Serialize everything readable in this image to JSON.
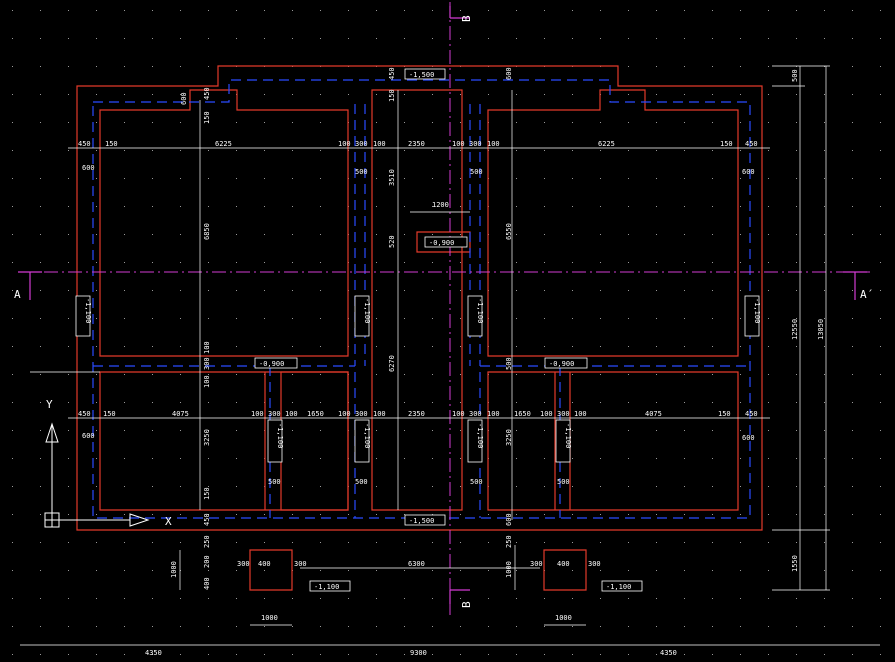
{
  "sections": {
    "cut_top": "B",
    "cut_bottom": "B",
    "cut_left": "A",
    "cut_right": "A´"
  },
  "axes": {
    "y": "Y",
    "x": "X"
  },
  "levels": {
    "top": "-1,500",
    "bottom": "-1,500",
    "center": "-0,900",
    "left_mid": "-0,900",
    "right_mid": "-0,900",
    "pad_left": "-1,100",
    "pad_right": "-1,100",
    "vertical": "-1,100"
  },
  "dims": {
    "t450": "450",
    "t150": "150",
    "t6225": "6225",
    "t100": "100",
    "t300": "300",
    "t2350": "2350",
    "t600": "600",
    "t500": "500",
    "t200": "200",
    "t1200": "1200",
    "t520": "520",
    "t6550": "6550",
    "t3510": "3510",
    "t6270": "6270",
    "t4075": "4075",
    "t1650": "1650",
    "t3250": "3250",
    "t1000": "1000",
    "t400": "400",
    "t6300": "6300",
    "t12550": "12550",
    "t13050": "13050",
    "t1550": "1550",
    "t4350": "4350",
    "t9300": "9300",
    "t250": "250"
  },
  "colors": {
    "wall": "#e23a2a",
    "hidden": "#2a4bff",
    "axis": "#d23bd2",
    "dim": "#ffffff",
    "level_box": "#ffffff",
    "bg": "#000000"
  }
}
